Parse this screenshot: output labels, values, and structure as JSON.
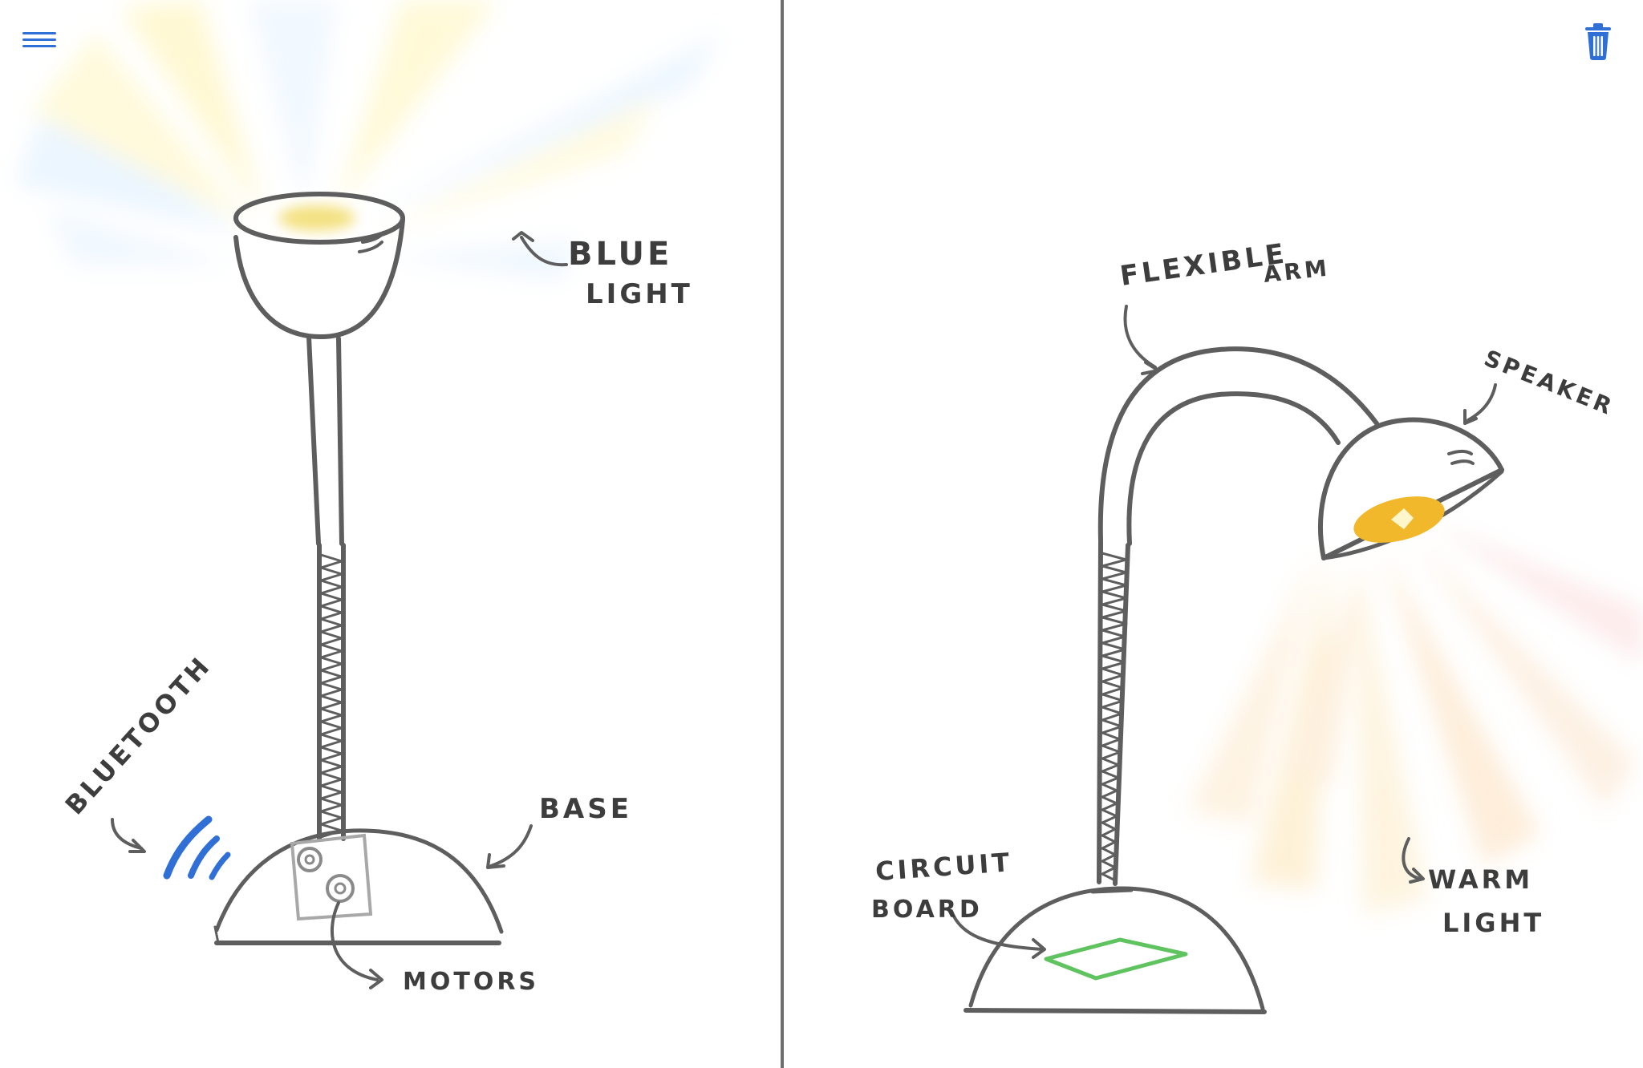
{
  "toolbar": {
    "menu_icon": "hamburger-menu-icon",
    "delete_icon": "trash-icon",
    "accent_color": "#2f6fd6"
  },
  "sketch_left": {
    "labels": {
      "blue_line1": "BLUE",
      "blue_line2": "LIGHT",
      "bluetooth": "BLUETOOTH",
      "base": "BASE",
      "motors": "MOTORS"
    }
  },
  "sketch_right": {
    "labels": {
      "flexible": "FLEXIBLE",
      "arm": "ARM",
      "speaker": "SPEAKER",
      "circuit": "CIRCUIT",
      "board": "BOARD",
      "warm": "WARM",
      "light": "LIGHT"
    }
  }
}
